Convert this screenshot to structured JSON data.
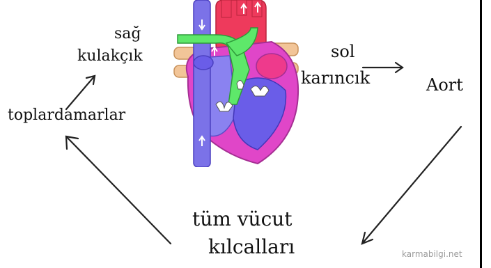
{
  "labels": {
    "sag_kulakcik_line1": "sağ",
    "sag_kulakcik_line2": "kulakçık",
    "sol_karincik_line1": "sol",
    "sol_karincik_line2": "karıncık",
    "aort": "Aort",
    "toplardamarlar": "toplardamarlar",
    "kilcallar_line1": "tüm vücut",
    "kilcallar_line2": "kılcalları"
  },
  "watermark": "karmabilgi.net",
  "colors": {
    "heart_outline": "#e046c8",
    "heart_pink": "#ee3a8c",
    "right_side_purple": "#8a82f0",
    "left_side_purple": "#6a5de8",
    "vena_cava": "#7b72e8",
    "pulmonary_green": "#5ee86a",
    "aorta_red": "#ee3a5c",
    "tan_vessels": "#f2c598",
    "arrow": "#222222"
  },
  "icons": [
    "heart-illustration",
    "arrow-icon"
  ]
}
